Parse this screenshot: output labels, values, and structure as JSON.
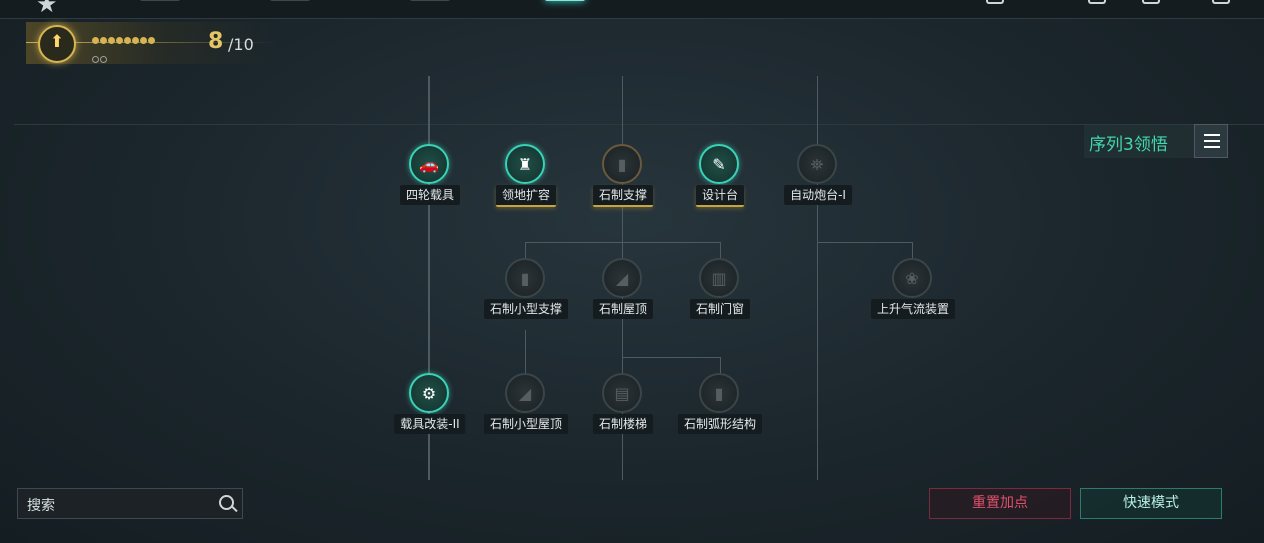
{
  "top_bar": {
    "star_icon": "star-icon",
    "tabs_count_hint": ""
  },
  "level": {
    "current": "8",
    "max": "/10",
    "dots_filled": 8,
    "dots_total": 10
  },
  "sequence": {
    "label": "序列3领悟",
    "menu_icon": "menu-icon"
  },
  "nodes": {
    "four_wheel": "四轮载具",
    "territory": "领地扩容",
    "stone_support": "石制支撑",
    "design_table": "设计台",
    "auto_turret": "自动炮台-I",
    "small_stone_support": "石制小型支撑",
    "stone_roof": "石制屋顶",
    "stone_door": "石制门窗",
    "updraft": "上升气流装置",
    "vehicle_mod": "载具改装-II",
    "small_stone_roof": "石制小型屋顶",
    "stone_stairs": "石制楼梯",
    "stone_arch": "石制弧形结构"
  },
  "search": {
    "label": "搜索"
  },
  "buttons": {
    "reset": "重置加点",
    "fast_mode": "快速模式"
  },
  "colors": {
    "accent": "#39d2b8",
    "gold": "#d6b452",
    "reset": "#e0506a"
  }
}
